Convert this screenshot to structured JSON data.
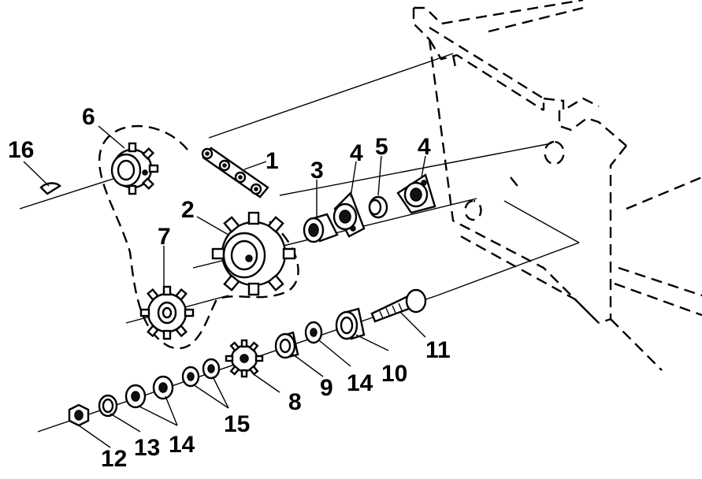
{
  "callouts": [
    {
      "id": "c1",
      "text": "1"
    },
    {
      "id": "c2",
      "text": "2"
    },
    {
      "id": "c3",
      "text": "3"
    },
    {
      "id": "c4a",
      "text": "4"
    },
    {
      "id": "c4b",
      "text": "4"
    },
    {
      "id": "c5",
      "text": "5"
    },
    {
      "id": "c6",
      "text": "6"
    },
    {
      "id": "c7",
      "text": "7"
    },
    {
      "id": "c8",
      "text": "8"
    },
    {
      "id": "c9",
      "text": "9"
    },
    {
      "id": "c10",
      "text": "10"
    },
    {
      "id": "c11",
      "text": "11"
    },
    {
      "id": "c12",
      "text": "12"
    },
    {
      "id": "c13",
      "text": "13"
    },
    {
      "id": "c14a",
      "text": "14"
    },
    {
      "id": "c14b",
      "text": "14"
    },
    {
      "id": "c15",
      "text": "15"
    },
    {
      "id": "c16",
      "text": "16"
    }
  ]
}
